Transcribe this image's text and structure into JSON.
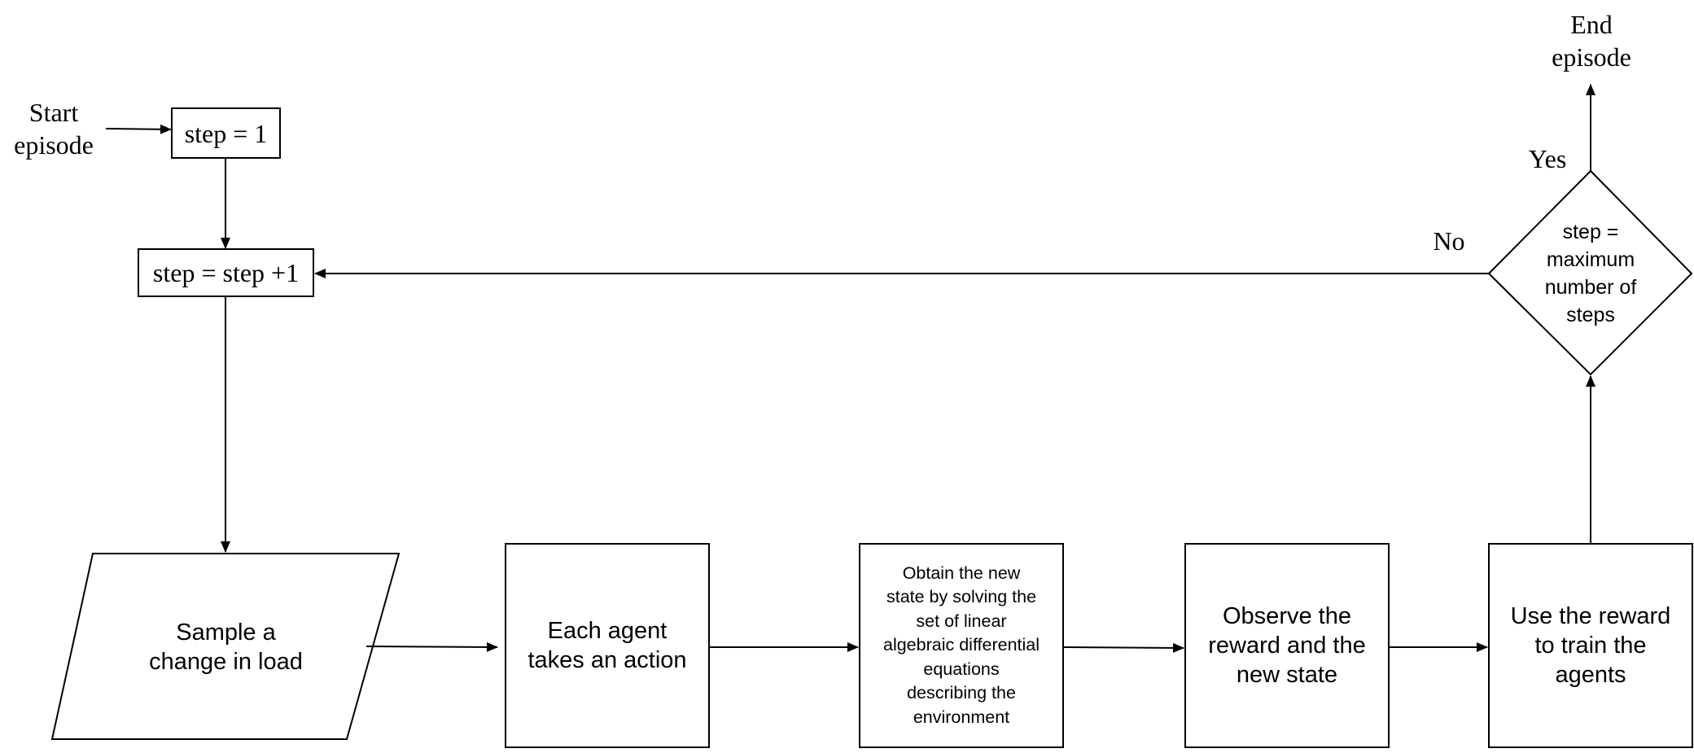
{
  "start_label": "Start\nepisode",
  "end_label": "End\nepisode",
  "nodes": {
    "init": "step = 1",
    "increment": "step = step +1",
    "sample": "Sample a\nchange in load",
    "action": "Each agent\ntakes an action",
    "solve": "Obtain the new\nstate by solving the\nset of linear\nalgebraic differential\nequations\ndescribing the\nenvironment",
    "observe": "Observe the\nreward and the\nnew state",
    "train": "Use the reward\nto train the\nagents",
    "decision": "step =\nmaximum\nnumber of\nsteps"
  },
  "edge_labels": {
    "yes": "Yes",
    "no": "No"
  },
  "colors": {
    "stroke": "#000000",
    "fill": "#ffffff"
  }
}
